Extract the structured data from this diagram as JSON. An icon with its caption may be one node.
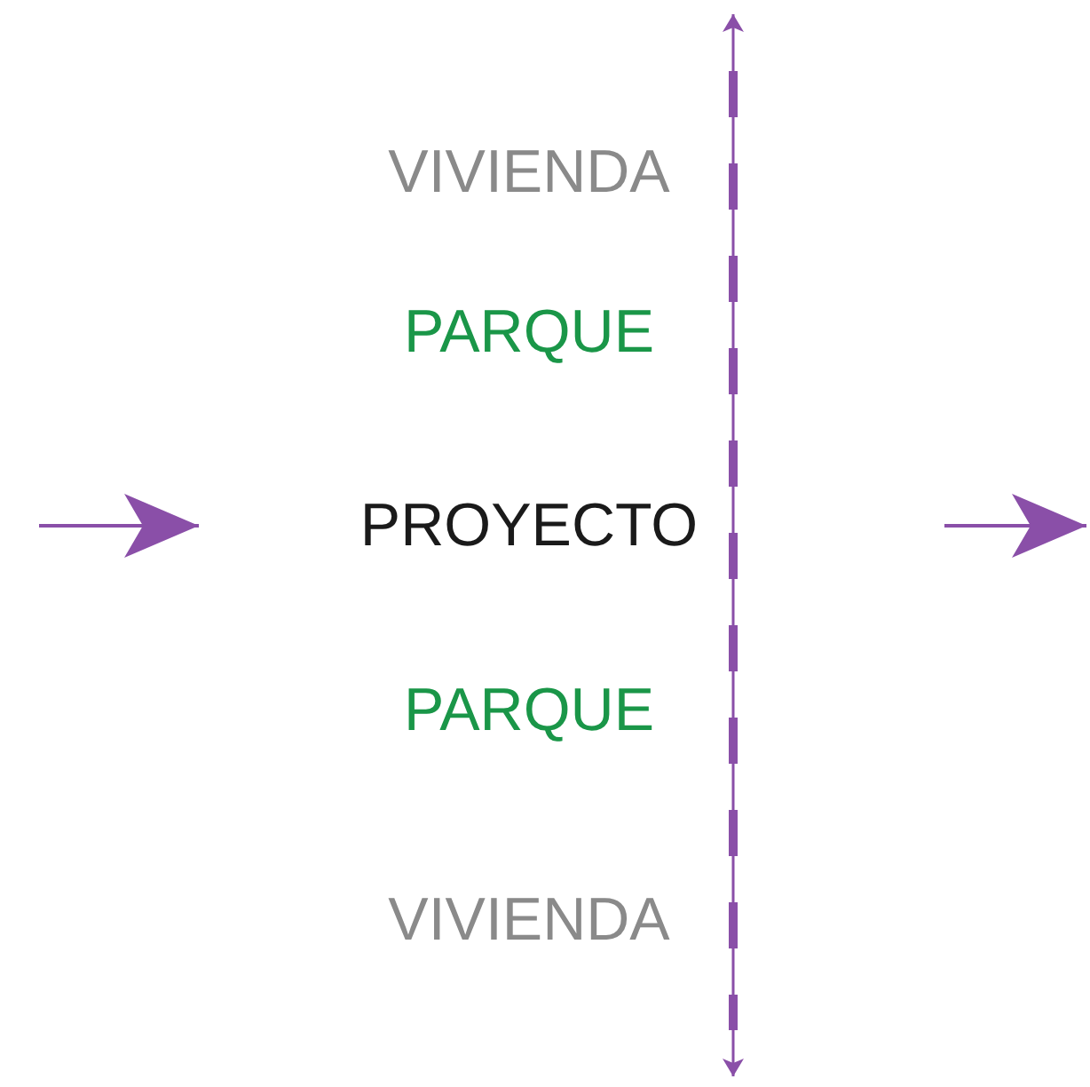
{
  "diagram": {
    "nodes": [
      {
        "text": [
          "VIVIENDA"
        ]
      },
      {
        "text": [
          "PARQUE"
        ]
      },
      {
        "text": [
          "PROYECTO"
        ]
      },
      {
        "text": [
          "PARQUE"
        ]
      },
      {
        "text": [
          "VIVIENDA"
        ]
      }
    ]
  }
}
